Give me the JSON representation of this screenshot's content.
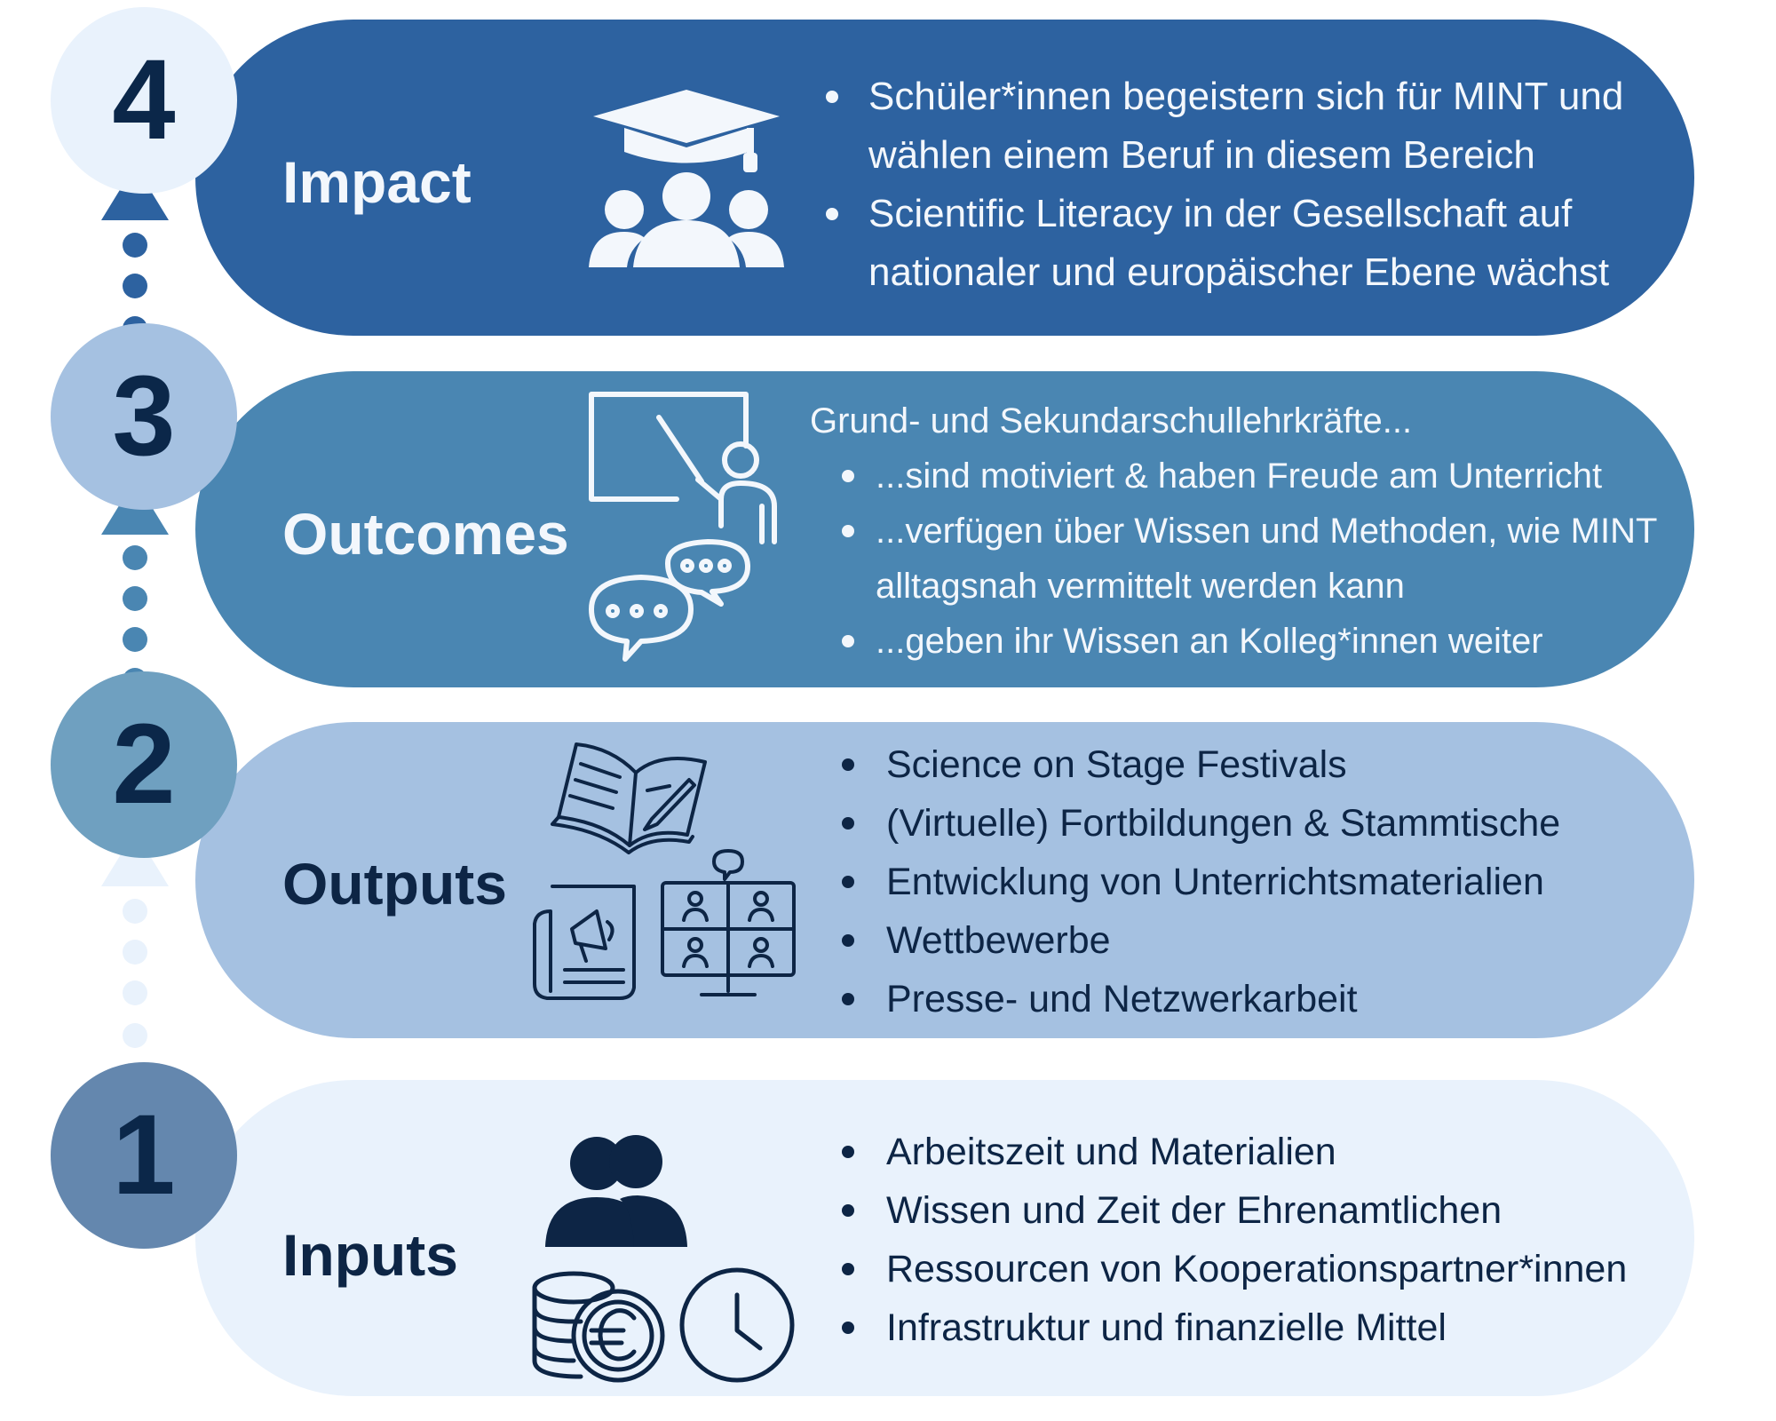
{
  "colors": {
    "impact_bg": "#2d62a0",
    "outcomes_bg": "#4a86b2",
    "outputs_bg": "#a5c1e1",
    "inputs_bg": "#e9f2fc",
    "dark_text": "#0d2545",
    "light_text": "#f3f7fc"
  },
  "levels": [
    {
      "number": "4",
      "title": "Impact",
      "icon": "graduation-group-icon",
      "items": [
        "Schüler*innen begeistern sich für MINT und wählen einem Beruf in diesem Bereich",
        "Scientific Literacy in der Gesellschaft auf nationaler und europäischer Ebene wächst"
      ]
    },
    {
      "number": "3",
      "title": "Outcomes",
      "icon": "teacher-board-chat-icon",
      "intro": "Grund- und Sekundarschullehrkräfte...",
      "items": [
        "...sind motiviert & haben Freude am Unterricht",
        "...verfügen über Wissen und Methoden, wie MINT alltagsnah vermittelt werden kann",
        "...geben ihr Wissen an Kolleg*innen weiter"
      ]
    },
    {
      "number": "2",
      "title": "Outputs",
      "icon": "book-press-video-icon",
      "items": [
        "Science on Stage Festivals",
        "(Virtuelle) Fortbildungen & Stammtische",
        "Entwicklung von Unterrichtsmaterialien",
        "Wettbewerbe",
        "Presse- und Netzwerkarbeit"
      ]
    },
    {
      "number": "1",
      "title": "Inputs",
      "icon": "people-coins-clock-icon",
      "items": [
        "Arbeitszeit und Materialien",
        "Wissen und Zeit der Ehrenamtlichen",
        "Ressourcen von Kooperationspartner*innen",
        "Infrastruktur und finanzielle Mittel"
      ]
    }
  ]
}
